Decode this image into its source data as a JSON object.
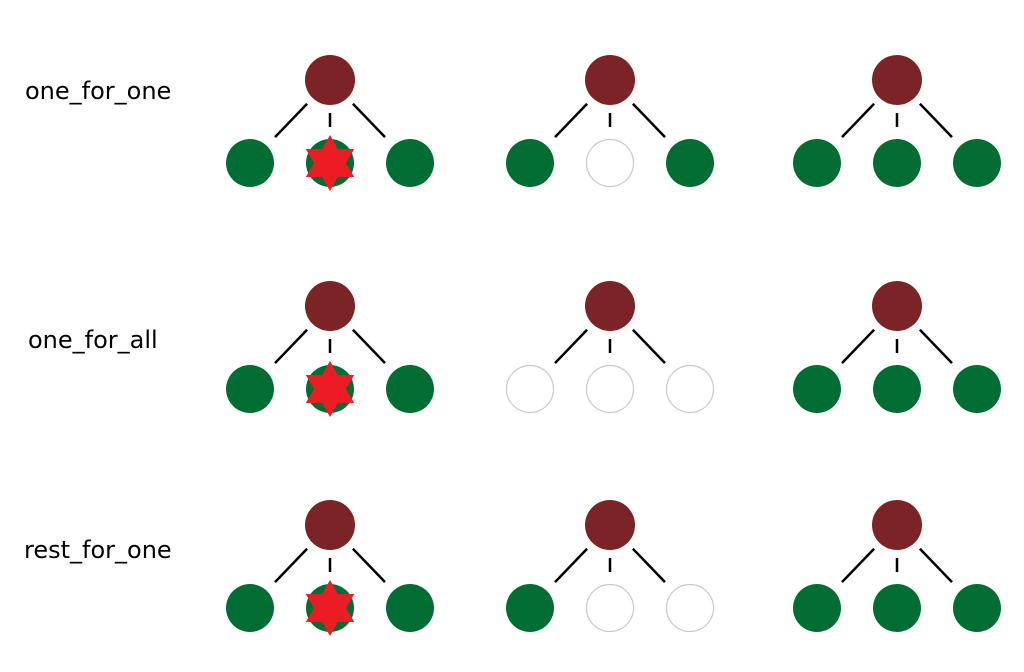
{
  "colors": {
    "supervisor": "#7b2325",
    "running_child": "#006d32",
    "stopped_child_fill": "#ffffff",
    "stopped_child_stroke": "#c8c8c8",
    "crash": "#ec1c24",
    "edge": "#000000",
    "label": "#000000",
    "background": "#ffffff"
  },
  "icons": {
    "crash": "star-icon"
  },
  "rows": [
    {
      "label": "one_for_one",
      "stages": [
        {
          "children": [
            "running",
            "crashed",
            "running"
          ]
        },
        {
          "children": [
            "running",
            "stopped",
            "running"
          ]
        },
        {
          "children": [
            "running",
            "running",
            "running"
          ]
        }
      ]
    },
    {
      "label": "one_for_all",
      "stages": [
        {
          "children": [
            "running",
            "crashed",
            "running"
          ]
        },
        {
          "children": [
            "stopped",
            "stopped",
            "stopped"
          ]
        },
        {
          "children": [
            "running",
            "running",
            "running"
          ]
        }
      ]
    },
    {
      "label": "rest_for_one",
      "stages": [
        {
          "children": [
            "running",
            "crashed",
            "running"
          ]
        },
        {
          "children": [
            "running",
            "stopped",
            "stopped"
          ]
        },
        {
          "children": [
            "running",
            "running",
            "running"
          ]
        }
      ]
    }
  ]
}
